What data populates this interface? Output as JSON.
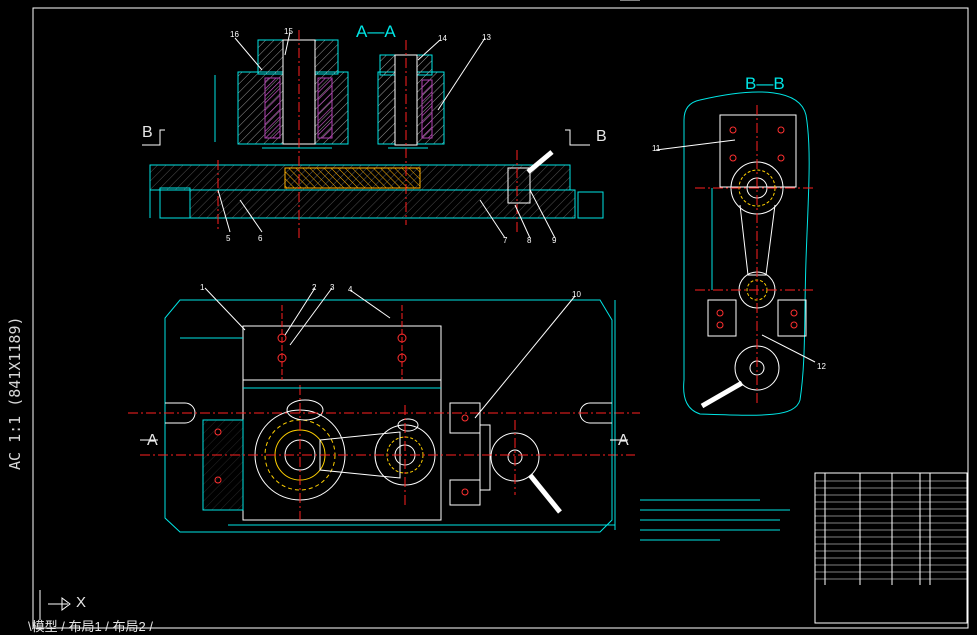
{
  "drawing": {
    "section_a_label": "A—A",
    "section_b_label": "B—B",
    "section_a_left": "A",
    "section_a_right": "A",
    "section_b_left": "B",
    "section_b_right": "B",
    "sheet_side_text": "AC 1:1  (841X1189)",
    "axis_x_label": "X",
    "bottom_tabs_text": "\\模型 / 布局1 / 布局2 /",
    "part_numbers": [
      "1",
      "2",
      "3",
      "4",
      "5",
      "6",
      "7",
      "8",
      "9",
      "10",
      "11",
      "12",
      "13",
      "14",
      "15",
      "16"
    ],
    "colors": {
      "outline": "#00e5e5",
      "body": "#ffffff",
      "centerline": "#ff2020",
      "hatch": "#b0b0b0",
      "highlight": "#ffd000",
      "purple": "#b040b0",
      "leader": "#ffffff"
    }
  }
}
